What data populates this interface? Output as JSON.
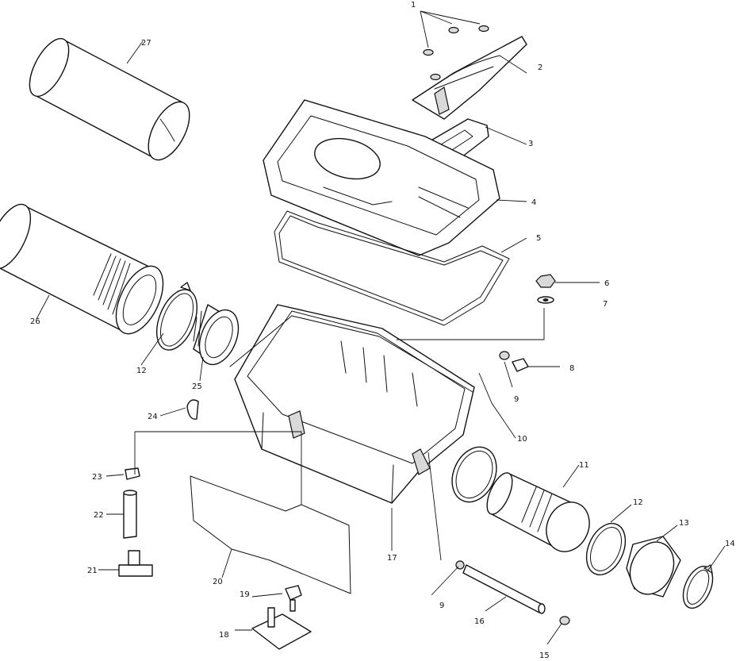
{
  "callouts": [
    "1",
    "2",
    "3",
    "4",
    "5",
    "6",
    "7",
    "8",
    "9",
    "10",
    "11",
    "12",
    "13",
    "14",
    "15",
    "16",
    "17",
    "18",
    "19",
    "20",
    "21",
    "22",
    "23",
    "24",
    "25",
    "26",
    "27",
    "1",
    "12",
    "9"
  ],
  "colors": {
    "line": "#111111",
    "background": "#ffffff",
    "shade": "#d9d9d9"
  }
}
